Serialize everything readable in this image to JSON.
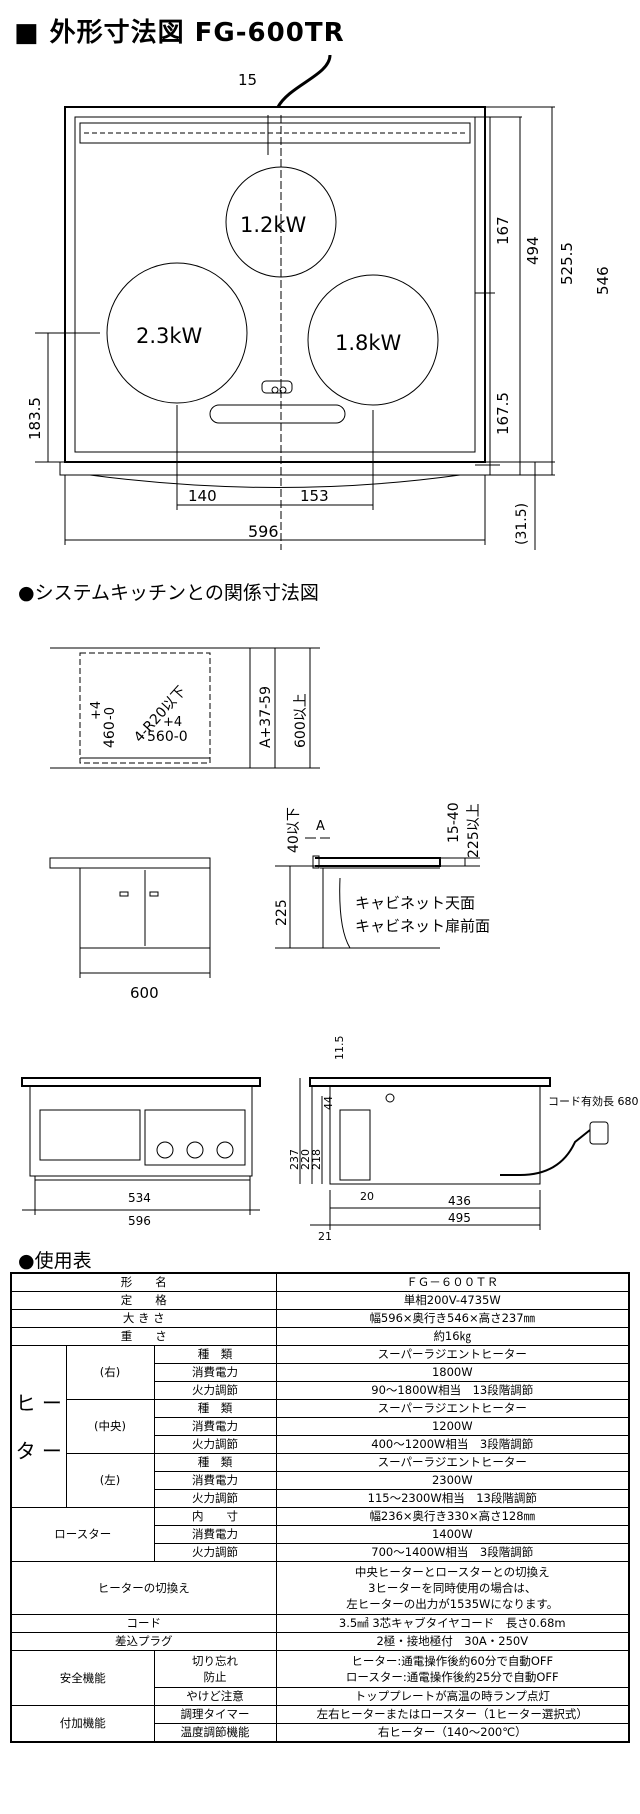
{
  "title": "■ 外形寸法図 FG-600TR",
  "section_kitchen": "●システムキッチンとの関係寸法図",
  "section_table": "●使用表",
  "top_view": {
    "dim_15": "15",
    "burner_top": "1.2kW",
    "burner_left": "2.3kW",
    "burner_right": "1.8kW",
    "dim_167": "167",
    "dim_494": "494",
    "dim_525_5": "525.5",
    "dim_546": "546",
    "dim_167_5": "167.5",
    "dim_183_5": "183.5",
    "dim_140": "140",
    "dim_153": "153",
    "dim_596": "596",
    "dim_31_5": "(31.5)"
  },
  "kitchen_view": {
    "tol_460": "+4",
    "tol_460b": "-0",
    "dim_460": "460",
    "corner_r": "4-R20以下",
    "tol_560": "+4",
    "dim_560": "560-0",
    "dim_a37": "A+37-59",
    "dim_600up": "600以上",
    "dim_40down": "40以下",
    "label_a": "A",
    "dim_15_40": "15-40",
    "dim_225up": "225以上",
    "dim_225": "225",
    "cabinet_top": "キャビネット天面",
    "cabinet_door": "キャビネット扉前面",
    "dim_600": "600"
  },
  "front_side_view": {
    "dim_534": "534",
    "dim_596": "596",
    "dim_11_5": "11.5",
    "dim_237": "237",
    "dim_220": "220",
    "dim_218": "218",
    "dim_44": "44",
    "dim_20": "20",
    "dim_21": "21",
    "dim_436": "436",
    "dim_495": "495",
    "cord_label": "コード有効長 680"
  },
  "spec": {
    "model_label": "形　　名",
    "model": "ＦＧ－６００ＴＲ",
    "rating_label": "定　　格",
    "rating": "単相200V-4735W",
    "size_label": "大 き さ",
    "size": "幅596×奥行き546×高さ237㎜",
    "weight_label": "重　　さ",
    "weight": "約16㎏",
    "heater_group": "ヒ ー タ ー",
    "right": "(右)",
    "center": "(中央)",
    "left": "(左)",
    "type_label": "種　類",
    "power_label": "消費電力",
    "control_label": "火力調節",
    "heater_type": "スーパーラジエントヒーター",
    "right_power": "1800W",
    "right_control": "90～1800W相当　13段階調節",
    "center_power": "1200W",
    "center_control": "400～1200W相当　3段階調節",
    "left_power": "2300W",
    "left_control": "115～2300W相当　13段階調節",
    "roaster_label": "ロースター",
    "inner_label": "内　　寸",
    "roaster_inner": "幅236×奥行き330×高さ128㎜",
    "roaster_power": "1400W",
    "roaster_control": "700～1400W相当　3段階調節",
    "switch_label": "ヒーターの切換え",
    "switch_line1": "中央ヒーターとロースターとの切換え",
    "switch_line2": "3ヒーターを同時使用の場合は、",
    "switch_line3": "左ヒーターの出力が1535Wになります。",
    "cord_label": "コード",
    "cord": "3.5㎟ 3芯キャブタイヤコード　長さ0.68m",
    "plug_label": "差込プラグ",
    "plug": "2極・接地極付　30A・250V",
    "safety_label": "安全機能",
    "forget_label1": "切り忘れ",
    "forget_label2": "防止",
    "forget_line1": "ヒーター:通電操作後約60分で自動OFF",
    "forget_line2": "ロースター:通電操作後約25分で自動OFF",
    "burn_label": "やけど注意",
    "burn": "トッププレートが高温の時ランプ点灯",
    "extra_label": "付加機能",
    "timer_label": "調理タイマー",
    "timer": "左右ヒーターまたはロースター（1ヒーター選択式）",
    "temp_label": "温度調節機能",
    "temp": "右ヒーター（140～200℃）"
  }
}
